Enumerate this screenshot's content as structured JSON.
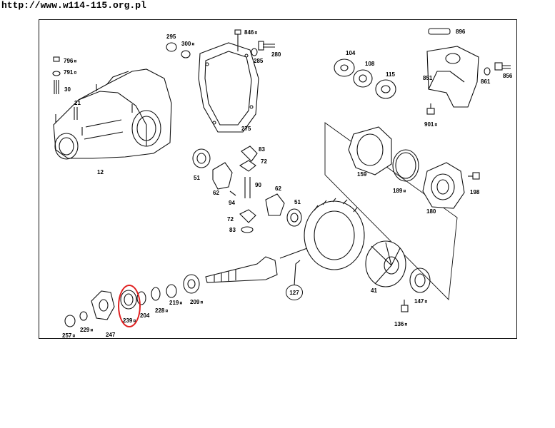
{
  "header": {
    "url": "http://www.w114-115.org.pl"
  },
  "colors": {
    "line": "#111111",
    "highlight": "#e02020",
    "background": "#ffffff"
  },
  "parts": [
    {
      "id": "796",
      "suffix": "¤"
    },
    {
      "id": "791",
      "suffix": "¤"
    },
    {
      "id": "30",
      "suffix": ""
    },
    {
      "id": "21",
      "suffix": ""
    },
    {
      "id": "12",
      "suffix": ""
    },
    {
      "id": "295",
      "suffix": ""
    },
    {
      "id": "300",
      "suffix": "¤"
    },
    {
      "id": "846",
      "suffix": "¤"
    },
    {
      "id": "280",
      "suffix": ""
    },
    {
      "id": "285",
      "suffix": ""
    },
    {
      "id": "275",
      "suffix": ""
    },
    {
      "id": "104",
      "suffix": ""
    },
    {
      "id": "108",
      "suffix": ""
    },
    {
      "id": "115",
      "suffix": ""
    },
    {
      "id": "896",
      "suffix": ""
    },
    {
      "id": "851",
      "suffix": ""
    },
    {
      "id": "861",
      "suffix": ""
    },
    {
      "id": "856",
      "suffix": ""
    },
    {
      "id": "901",
      "suffix": "¤"
    },
    {
      "id": "83",
      "suffix": ""
    },
    {
      "id": "72",
      "suffix": ""
    },
    {
      "id": "51",
      "suffix": ""
    },
    {
      "id": "62",
      "suffix": ""
    },
    {
      "id": "90",
      "suffix": ""
    },
    {
      "id": "94",
      "suffix": ""
    },
    {
      "id": "62",
      "suffix": ""
    },
    {
      "id": "51",
      "suffix": ""
    },
    {
      "id": "72",
      "suffix": ""
    },
    {
      "id": "83",
      "suffix": ""
    },
    {
      "id": "159",
      "suffix": ""
    },
    {
      "id": "189",
      "suffix": "¤"
    },
    {
      "id": "198",
      "suffix": ""
    },
    {
      "id": "180",
      "suffix": ""
    },
    {
      "id": "127",
      "suffix": ""
    },
    {
      "id": "41",
      "suffix": ""
    },
    {
      "id": "147",
      "suffix": "¤"
    },
    {
      "id": "136",
      "suffix": "¤"
    },
    {
      "id": "209",
      "suffix": "¤"
    },
    {
      "id": "228",
      "suffix": "¤"
    },
    {
      "id": "219",
      "suffix": "¤"
    },
    {
      "id": "204",
      "suffix": ""
    },
    {
      "id": "239",
      "suffix": "¤"
    },
    {
      "id": "247",
      "suffix": ""
    },
    {
      "id": "229",
      "suffix": "¤"
    },
    {
      "id": "257",
      "suffix": "¤"
    }
  ]
}
